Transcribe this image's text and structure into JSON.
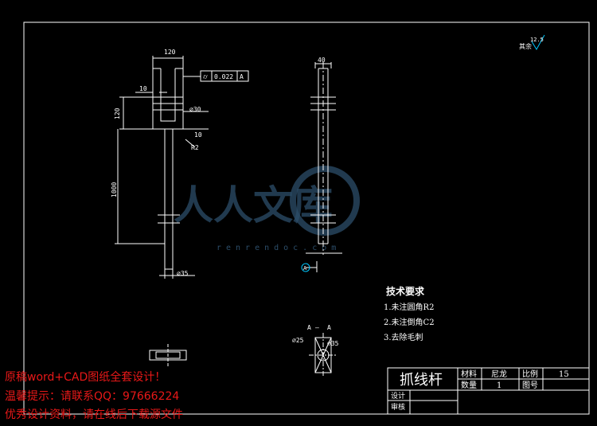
{
  "dims": {
    "top_width": "120",
    "flange": "10",
    "head_height": "120",
    "shaft_length": "1000",
    "hole_dia": "⌀30",
    "right_step": "10",
    "fillet": "R2",
    "shaft_dia": "⌀35",
    "side_width": "40",
    "section_d1": "⌀25",
    "section_d2": "⌀35"
  },
  "tolerance": {
    "symbol": "⌭",
    "value": "0.022",
    "datum": "A"
  },
  "datum_mark": "A",
  "section_label": {
    "left": "A",
    "sep": "—",
    "right": "A"
  },
  "surface_finish": {
    "label": "其余",
    "value": "12.5"
  },
  "tech_req": {
    "title": "技术要求",
    "items": [
      "1.未注圆角R2",
      "2.未注倒角C2",
      "3.去除毛刺"
    ]
  },
  "title_block": {
    "part_name": "抓线杆",
    "material_label": "材料",
    "material_value": "尼龙",
    "scale_label": "比例",
    "scale_value": "15",
    "qty_label": "数量",
    "qty_value": "1",
    "drawing_no_label": "图号",
    "design_label": "设计",
    "review_label": "审核"
  },
  "watermark": {
    "brand": "人人文库",
    "url": "renrendoc.com"
  },
  "promo": {
    "line1": "原稿word+CAD图纸全套设计！",
    "line2": "温馨提示：请联系QQ：97666224",
    "line3": "优秀设计资料，请在线后下载源文件"
  },
  "colors": {
    "background": "#000000",
    "lines": "#ffffff",
    "watermark": "#2c4e6a",
    "promo": "#e81818",
    "datum_circle": "#00c8ff"
  }
}
